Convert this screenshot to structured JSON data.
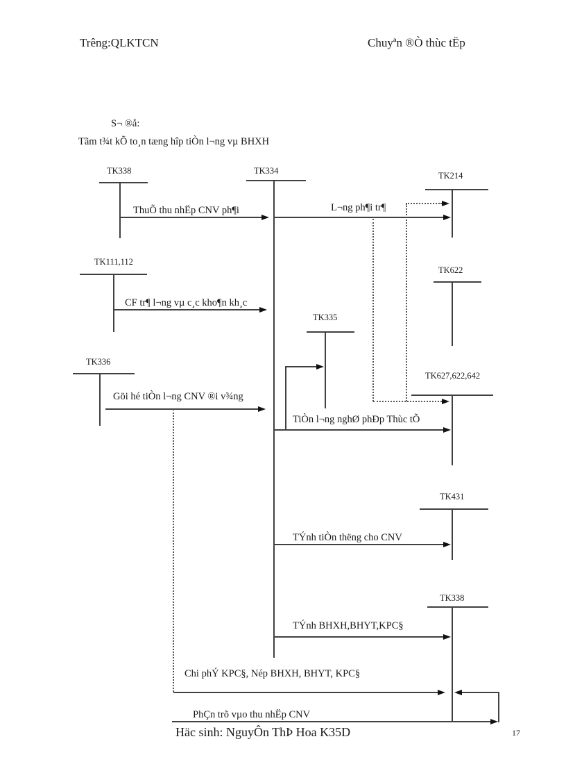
{
  "header": {
    "left": "Trêng:QLKTCN",
    "right": "Chuyªn ®Ò thùc tËp"
  },
  "diagram": {
    "label": "S¬ ®å:",
    "title": "Tãm t¾t kÕ to¸n tæng hîp tiÒn l¬ng  vµ BHXH",
    "accounts": {
      "tk338_top": "TK338",
      "tk334": "TK334",
      "tk214": "TK214",
      "tk111_112": "TK111,112",
      "tk622": "TK622",
      "tk335": "TK335",
      "tk336": "TK336",
      "tk627_622_642": "TK627,622,642",
      "tk431": "TK431",
      "tk338_bottom": "TK338"
    },
    "flows": {
      "thue_thu_nhap": "ThuÕ thu nhËp CNV ph¶i",
      "luong_phai_tra": "L¬ng  ph¶i tr¶",
      "cf_tra_luong": "CF tr¶ l¬ng  vµ c¸c kho¶n kh¸c",
      "gui_ho_tien_luong": "Göi hé tiÒn l¬ng  CNV ®i v¾ng",
      "tien_luong_nghi_phep": "TiÒn l¬ng  nghØ phÐp Thùc tÕ",
      "tinh_tien_thuong": "TÝnh tiÒn thëng  cho CNV",
      "tinh_bhxh": "TÝnh BHXH,BHYT,KPC§",
      "chi_phi_kpcd": "Chi phÝ KPC§, Nép BHXH, BHYT, KPC§",
      "phan_tru": "PhÇn trõ vµo thu nhËp CNV"
    }
  },
  "footer": {
    "author": "Häc sinh: NguyÔn ThÞ Hoa K35D",
    "page_number": "17"
  },
  "colors": {
    "ink": "#1a1a1a",
    "line": "#404040"
  }
}
